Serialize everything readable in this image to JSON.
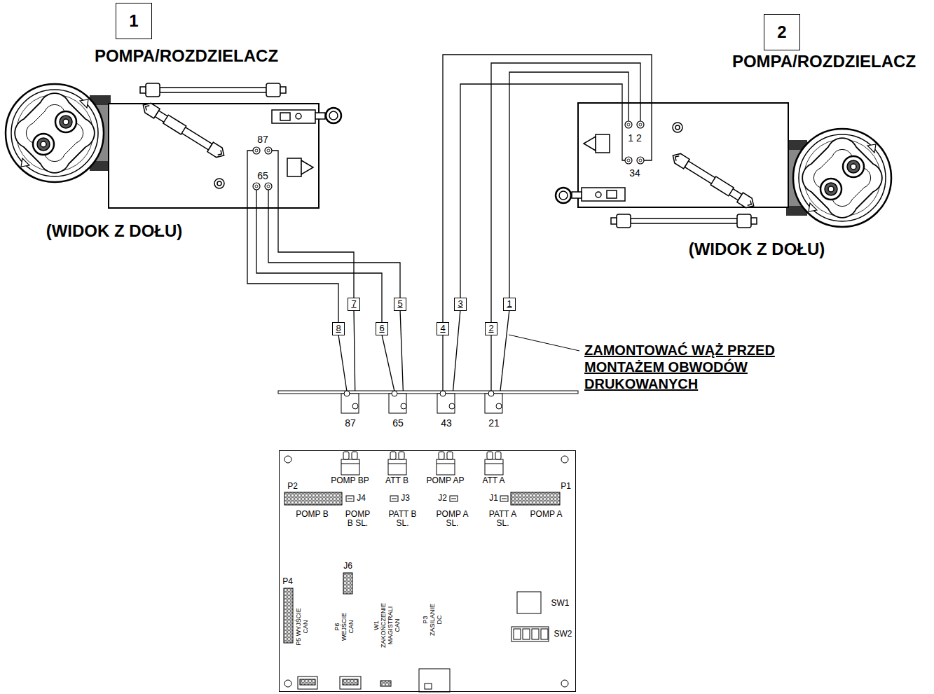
{
  "diagram": {
    "nodes": [
      {
        "text": [
          "1"
        ]
      },
      {
        "text": [
          "2"
        ]
      },
      {
        "text": [
          "8"
        ]
      },
      {
        "text": [
          "7"
        ]
      },
      {
        "text": [
          "6"
        ]
      },
      {
        "text": [
          "5"
        ]
      },
      {
        "text": [
          "4"
        ]
      },
      {
        "text": [
          "3"
        ]
      },
      {
        "text": [
          "2"
        ]
      },
      {
        "text": [
          "1"
        ]
      },
      {
        "text": [
          "POMP BP",
          "ATT B",
          "POMP AP",
          "ATT A",
          "P2",
          "P1",
          "J4",
          "J3",
          "J2",
          "J1",
          "POMP B",
          "POMP B SL.",
          "PATT B SL.",
          "POMP A SL.",
          "PATT A SL.",
          "POMP A",
          "J6",
          "P4",
          "SW1",
          "SW2",
          "P5 WYJŚCIE CAN",
          "P6 WEJŚCIE CAN",
          "W1 ZAKOŃCZENIE MAGISTRALI CAN",
          "P3 ZASILANIE DC"
        ]
      }
    ],
    "labels": [
      "POMPA/ROZDZIELACZ",
      "POMPA/ROZDZIELACZ",
      "87",
      "65",
      "1 2",
      "34",
      "(WIDOK Z DOŁU)",
      "(WIDOK Z DOŁU)",
      "ZAMONTOWAĆ WĄŻ PRZED MONTAŻEM OBWODÓW DRUKOWANYCH",
      "87",
      "65",
      "43",
      "21"
    ]
  }
}
